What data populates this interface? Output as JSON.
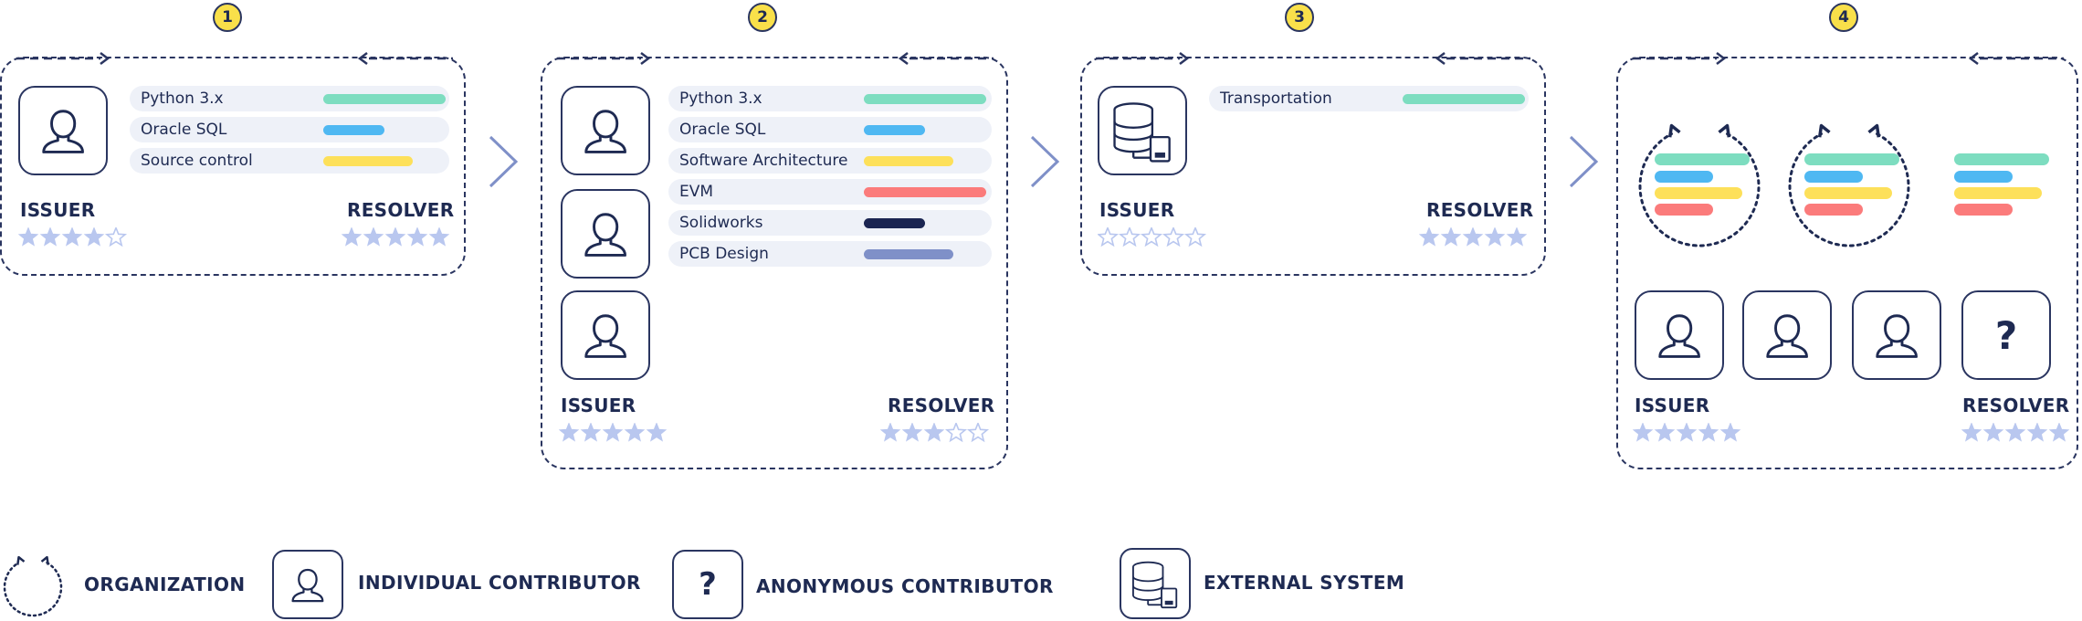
{
  "colors": {
    "green": "#7dddc0",
    "blue": "#4fb8f2",
    "yellow": "#fde05a",
    "red": "#fb7b7b",
    "navy": "#1b2552",
    "slate": "#7f90c8",
    "star": "#b9c7ef",
    "ink": "#1e2a52"
  },
  "steps": [
    {
      "number": "1",
      "skills": [
        {
          "label": "Python 3.x",
          "color": "green",
          "level": 0.84
        },
        {
          "label": "Oracle SQL",
          "color": "blue",
          "level": 0.42
        },
        {
          "label": "Source control",
          "color": "yellow",
          "level": 0.62
        }
      ],
      "issuer": {
        "label": "ISSUER",
        "stars": 4
      },
      "resolver": {
        "label": "RESOLVER",
        "stars": 5
      }
    },
    {
      "number": "2",
      "skills": [
        {
          "label": "Python 3.x",
          "color": "green",
          "level": 0.84
        },
        {
          "label": "Oracle SQL",
          "color": "blue",
          "level": 0.42
        },
        {
          "label": "Software Architecture",
          "color": "yellow",
          "level": 0.62
        },
        {
          "label": "EVM",
          "color": "red",
          "level": 0.84
        },
        {
          "label": "Solidworks",
          "color": "navy",
          "level": 0.42
        },
        {
          "label": "PCB Design",
          "color": "slate",
          "level": 0.62
        }
      ],
      "issuer": {
        "label": "ISSUER",
        "stars": 5
      },
      "resolver": {
        "label": "RESOLVER",
        "stars": 3
      }
    },
    {
      "number": "3",
      "skills": [
        {
          "label": "Transportation",
          "color": "green",
          "level": 0.84
        }
      ],
      "issuer": {
        "label": "ISSUER",
        "stars": 0
      },
      "resolver": {
        "label": "RESOLVER",
        "stars": 5
      }
    },
    {
      "number": "4",
      "issuer": {
        "label": "ISSUER",
        "stars": 5
      },
      "resolver": {
        "label": "RESOLVER",
        "stars": 5
      }
    }
  ],
  "legend": {
    "organization": "ORGANIZATION",
    "individual": "INDIVIDUAL CONTRIBUTOR",
    "anonymous": "ANONYMOUS CONTRIBUTOR",
    "external": "EXTERNAL SYSTEM",
    "question_mark": "?"
  },
  "icons": {
    "person": "person-icon",
    "database": "database-icon",
    "organization": "organization-icon",
    "question": "question-icon"
  }
}
